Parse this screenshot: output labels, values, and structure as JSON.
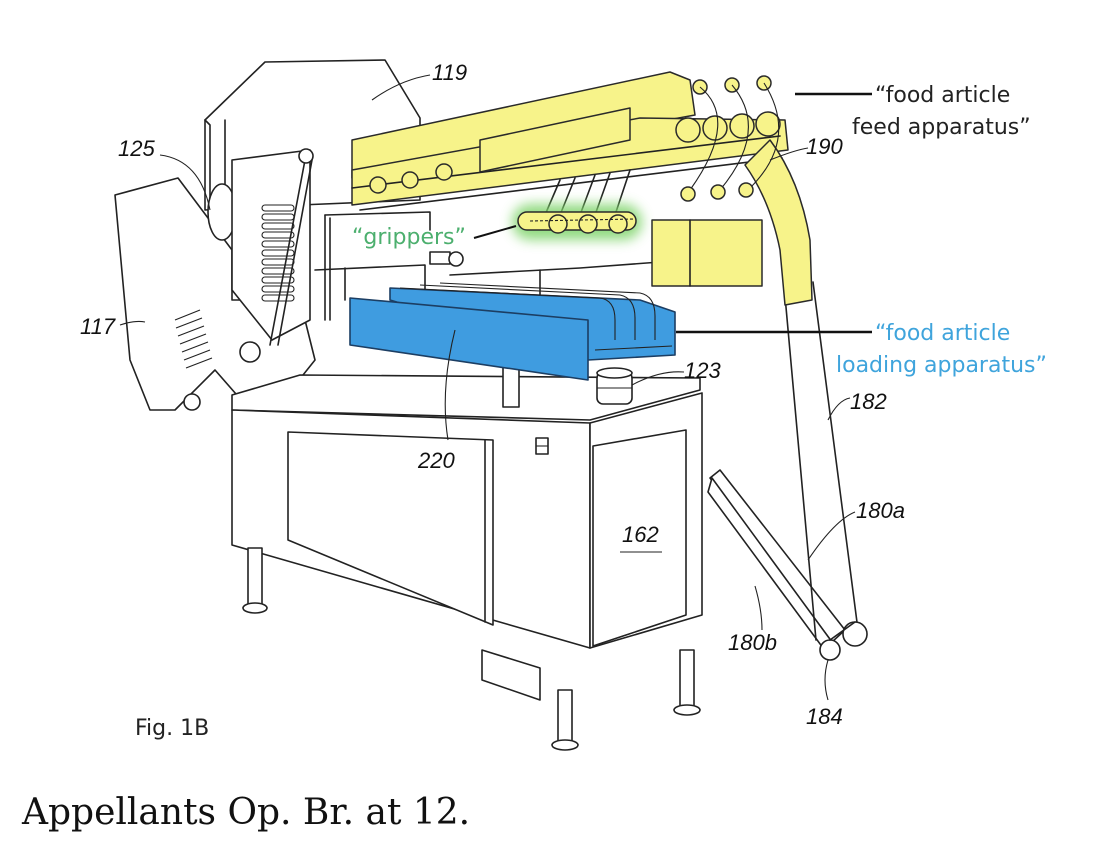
{
  "figure": {
    "label": "Fig. 1B",
    "reference_numerals": {
      "r119": "119",
      "r125": "125",
      "r117": "117",
      "r190": "190",
      "r123": "123",
      "r220": "220",
      "r182": "182",
      "r180a": "180a",
      "r162": "162",
      "r180b": "180b",
      "r184": "184"
    },
    "annotations": {
      "feed_apparatus": {
        "line1": "“food article",
        "line2": "feed apparatus”",
        "color": "#222222",
        "highlight_color": "#f7f38a"
      },
      "loading_apparatus": {
        "line1": "“food article",
        "line2": "loading apparatus”",
        "color": "#3fa4dc",
        "highlight_color": "#3f9ce0"
      },
      "grippers": {
        "text": "“grippers”",
        "color": "#4caf6e",
        "glow_color": "#7fd46a"
      }
    }
  },
  "caption": "Appellants Op. Br. at 12."
}
